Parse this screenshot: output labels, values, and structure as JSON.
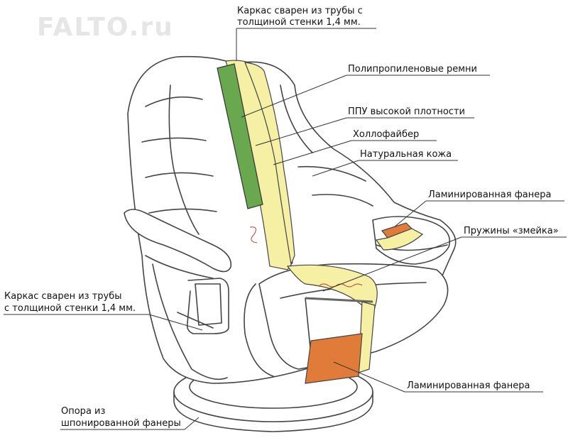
{
  "watermark": "FALTO.ru",
  "labels": {
    "frame_top_line1": "Каркас сварен из трубы с",
    "frame_top_line2": "толщиной стенки 1,4 мм.",
    "straps": "Полипропиленовые ремни",
    "foam": "ППУ высокой плотности",
    "hollofiber": "Холлофайбер",
    "leather": "Натуральная кожа",
    "plywood_arm": "Ламинированная фанера",
    "springs": "Пружины «змейка»",
    "frame_left_line1": "Каркас сварен из трубы",
    "frame_left_line2": "с толщиной стенки 1,4 мм.",
    "plywood_seat": "Ламинированная фанера",
    "base_line1": "Опора из",
    "base_line2": "шпонированной фанеры"
  },
  "colors": {
    "straps_green": "#6aa84f",
    "foam_yellow": "#f5f0a4",
    "plywood_orange": "#e07b39",
    "outline": "#444444"
  }
}
